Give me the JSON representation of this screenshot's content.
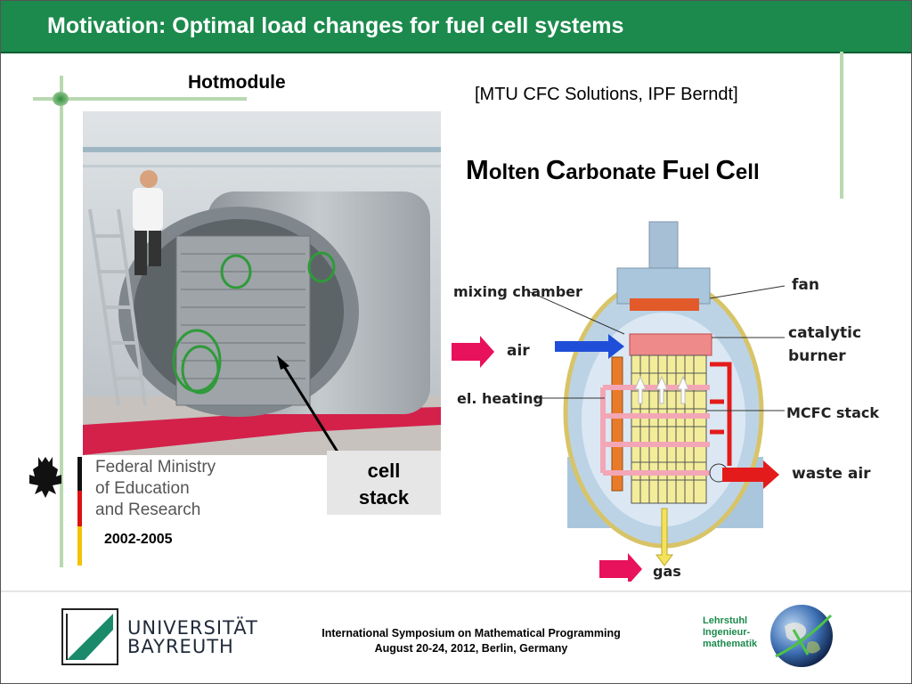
{
  "title": "Motivation: Optimal load changes for fuel cell systems",
  "photo": {
    "heading": "Hotmodule",
    "cell_label_line1": "cell",
    "cell_label_line2": "stack"
  },
  "source": "[MTU CFC Solutions, IPF Berndt]",
  "mcfc": {
    "m_cap": "M",
    "m_rest": "olten ",
    "c_cap": "C",
    "c_rest": "arbonate ",
    "f_cap": "F",
    "f_rest": "uel ",
    "c2_cap": "C",
    "c2_rest": "ell"
  },
  "diagram": {
    "mixing_chamber": "mixing chamber",
    "fan": "fan",
    "catalytic": "catalytic",
    "burner": "burner",
    "air": "air",
    "el_heating": "el. heating",
    "mcfc_stack": "MCFC stack",
    "waste_air": "waste air",
    "gas": "gas"
  },
  "sponsor": {
    "line1": "Federal Ministry",
    "line2": "of Education",
    "line3": "and Research",
    "years": "2002-2005"
  },
  "footer": {
    "university_line1": "UNIVERSITÄT",
    "university_line2": "BAYREUTH",
    "symposium_line1": "International Symposium on Mathematical Programming",
    "symposium_line2": "August 20-24, 2012, Berlin, Germany",
    "chair_line1": "Lehrstuhl",
    "chair_line2": "Ingenieur-",
    "chair_line3": "mathematik"
  },
  "colors": {
    "title_bar": "#1b8a4c",
    "accent_green": "#b8d9b0",
    "arrow_pink": "#e8115b",
    "arrow_blue": "#1f4fd8",
    "arrow_red": "#e31b1b",
    "arrow_yellow": "#f3e25a"
  }
}
